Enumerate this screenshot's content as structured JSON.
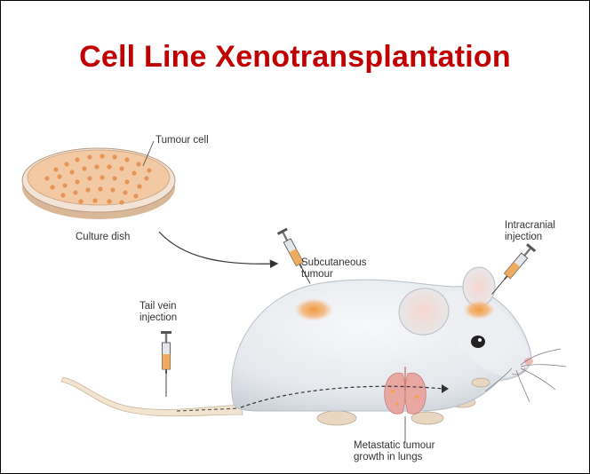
{
  "title": "Cell Line Xenotransplantation",
  "labels": {
    "tumour_cell": "Tumour cell",
    "culture_dish": "Culture dish",
    "subcutaneous_1": "Subcutaneous",
    "subcutaneous_2": "tumour",
    "intracranial_1": "Intracranial",
    "intracranial_2": "injection",
    "tail_vein_1": "Tail vein",
    "tail_vein_2": "injection",
    "metastatic_1": "Metastatic tumour",
    "metastatic_2": "growth in lungs"
  },
  "colors": {
    "title": "#c00000",
    "mouse_body": "#e7eaee",
    "tumour": "#f0a04a",
    "dish_medium": "#f3c9a3",
    "lung": "#e9a7a2",
    "tail": "#f3e4cf"
  },
  "icons": [
    "culture-dish",
    "syringe",
    "mouse",
    "lungs"
  ]
}
